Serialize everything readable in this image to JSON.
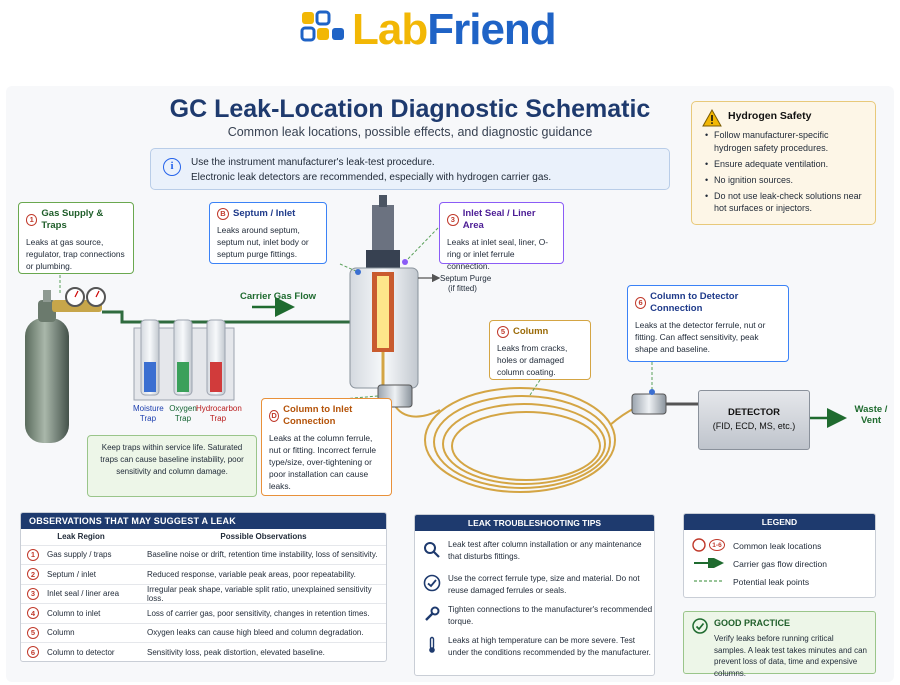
{
  "logo": {
    "part1": "Lab",
    "part2": "Friend"
  },
  "title": "GC Leak-Location Diagnostic Schematic",
  "subtitle": "Common leak locations, possible effects, and diagnostic guidance",
  "info_box": {
    "line1": "Use the instrument manufacturer's leak-test procedure.",
    "line2": "Electronic leak detectors are recommended, especially with hydrogen carrier gas."
  },
  "hydrogen_box": {
    "heading": "Hydrogen Safety",
    "items": [
      "Follow manufacturer-specific hydrogen safety procedures.",
      "Ensure adequate ventilation.",
      "No ignition sources.",
      "Do not use leak-check solutions near hot surfaces or injectors."
    ]
  },
  "callouts": {
    "c1": {
      "num": "1",
      "title": "Gas Supply & Traps",
      "text": "Leaks at gas source, regulator, trap connections or plumbing."
    },
    "cB": {
      "num": "B",
      "title": "Septum / Inlet",
      "text": "Leaks around septum, septum nut, inlet body or septum purge fittings."
    },
    "c3": {
      "num": "3",
      "title": "Inlet Seal / Liner Area",
      "text": "Leaks at inlet seal, liner, O-ring or inlet ferrule connection."
    },
    "c5": {
      "num": "5",
      "title": "Column",
      "text": "Leaks from cracks, holes or damaged column coating."
    },
    "c6": {
      "num": "6",
      "title": "Column to Detector Connection",
      "text": "Leaks at the detector ferrule, nut or fitting. Can affect sensitivity, peak shape and baseline."
    },
    "cD": {
      "num": "D",
      "title": "Column to Inlet Connection",
      "text": "Leaks at the column ferrule, nut or fitting. Incorrect ferrule type/size, over-tightening or poor installation can cause leaks."
    }
  },
  "labels": {
    "carrier_gas_flow": "Carrier Gas Flow",
    "septum_purge": "Septum Purge",
    "if_fitted": "(if fitted)",
    "waste_vent": "Waste / Vent",
    "traps": [
      "Moisture Trap",
      "Oxygen Trap",
      "Hydrocarbon Trap"
    ]
  },
  "detector": {
    "title": "DETECTOR",
    "sub": "(FID, ECD, MS, etc.)"
  },
  "trap_note": "Keep traps within service life. Saturated traps can cause baseline instability, poor sensitivity and column damage.",
  "observations": {
    "heading": "OBSERVATIONS THAT MAY SUGGEST A LEAK",
    "col1": "Leak Region",
    "col2": "Possible Observations",
    "rows": [
      {
        "num": "1",
        "region": "Gas supply / traps",
        "obs": "Baseline noise or drift, retention time instability, loss of sensitivity."
      },
      {
        "num": "2",
        "region": "Septum / inlet",
        "obs": "Reduced response, variable peak areas, poor repeatability."
      },
      {
        "num": "3",
        "region": "Inlet seal / liner area",
        "obs": "Irregular peak shape, variable split ratio, unexplained sensitivity loss."
      },
      {
        "num": "4",
        "region": "Column to inlet",
        "obs": "Loss of carrier gas, poor sensitivity, changes in retention times."
      },
      {
        "num": "5",
        "region": "Column",
        "obs": "Oxygen leaks can cause high bleed and column degradation."
      },
      {
        "num": "6",
        "region": "Column to detector",
        "obs": "Sensitivity loss, peak distortion, elevated baseline."
      }
    ]
  },
  "tips": {
    "heading": "LEAK TROUBLESHOOTING TIPS",
    "items": [
      {
        "icon": "magnifier-icon",
        "text": "Leak test after column installation or any maintenance that disturbs fittings."
      },
      {
        "icon": "check-circle-icon",
        "text": "Use the correct ferrule type, size and material. Do not reuse damaged ferrules or seals."
      },
      {
        "icon": "wrench-icon",
        "text": "Tighten connections to the manufacturer's recommended torque."
      },
      {
        "icon": "thermometer-icon",
        "text": "Leaks at high temperature can be more severe. Test under the conditions recommended by the manufacturer."
      }
    ]
  },
  "legend": {
    "heading": "LEGEND",
    "range": "1-6",
    "items": [
      "Common leak locations",
      "Carrier gas flow direction",
      "Potential leak points"
    ]
  },
  "good_practice": {
    "heading": "GOOD PRACTICE",
    "text": "Verify leaks before running critical samples. A leak test takes minutes and can prevent loss of data, time and expensive columns."
  },
  "colors": {
    "navy": "#1e3a6e",
    "green_flow": "#1f6b2f",
    "leak_red": "#c0392b",
    "brand_yellow": "#f2b705",
    "brand_blue": "#1f63c6"
  }
}
